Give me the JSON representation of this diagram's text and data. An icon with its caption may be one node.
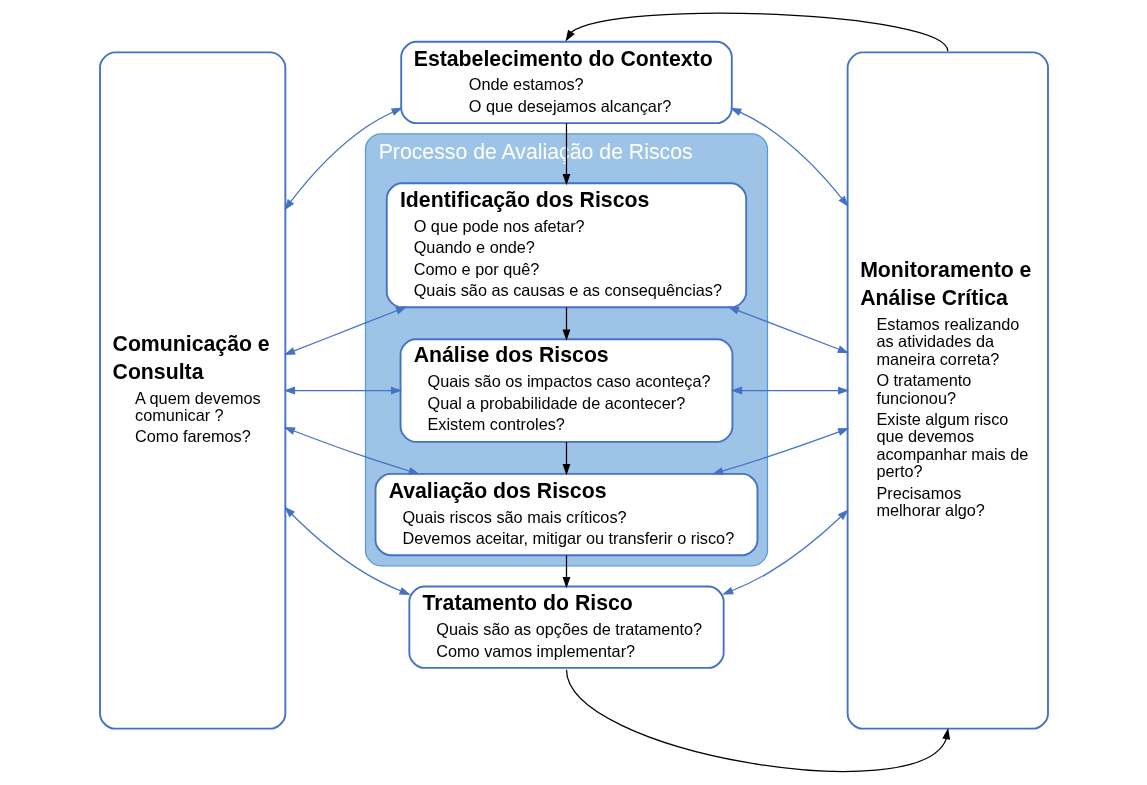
{
  "diagram": {
    "nodes": [
      {
        "text": [
          "Estabelecimento do Contexto",
          "Onde estamos?",
          "O que desejamos alcançar?"
        ]
      },
      {
        "text": [
          "Processo de Avaliação de Riscos"
        ]
      },
      {
        "text": [
          "Identificação dos Riscos",
          "O que pode nos afetar?",
          "Quando e onde?",
          "Como e por quê?",
          "Quais são as causas e as consequências?"
        ],
        "in": 1
      },
      {
        "text": [
          "Análise dos Riscos",
          "Quais são os impactos caso aconteça?",
          "Qual a probabilidade de acontecer?",
          "Existem controles?"
        ],
        "in": 1
      },
      {
        "text": [
          "Avaliação dos Riscos",
          "Quais riscos são mais críticos?",
          "Devemos aceitar, mitigar ou transferir o risco?"
        ],
        "in": 1
      },
      {
        "text": [
          "Tratamento do Risco",
          "Quais são as opções de tratamento?",
          "Como vamos implementar?"
        ]
      },
      {
        "text": [
          "Comunicação e Consulta",
          "A quem devemos comunicar ?",
          "Como faremos?"
        ]
      },
      {
        "text": [
          "Monitoramento e Análise Crítica",
          "Estamos realizando as atividades da maneira correta?",
          "O tratamento funcionou?",
          "Existe algum risco que devemos acompanhar mais de perto?",
          "Precisamos melhorar algo?"
        ]
      }
    ],
    "edges": [
      {
        "from": 6,
        "to": 0,
        "arrow": "both"
      },
      {
        "from": 6,
        "to": 2,
        "arrow": "both"
      },
      {
        "from": 6,
        "to": 3,
        "arrow": "both"
      },
      {
        "from": 6,
        "to": 4,
        "arrow": "both"
      },
      {
        "from": 6,
        "to": 5,
        "arrow": "both"
      },
      {
        "from": 0,
        "to": 7,
        "arrow": "both"
      },
      {
        "from": 2,
        "to": 7,
        "arrow": "both"
      },
      {
        "from": 3,
        "to": 7,
        "arrow": "both"
      },
      {
        "from": 4,
        "to": 7,
        "arrow": "both"
      },
      {
        "from": 5,
        "to": 7,
        "arrow": "both"
      },
      {
        "from": 0,
        "to": 2,
        "arrow": "to",
        "color": "#000000"
      },
      {
        "from": 2,
        "to": 3,
        "arrow": "to",
        "color": "#000000"
      },
      {
        "from": 3,
        "to": 4,
        "arrow": "to",
        "color": "#000000"
      },
      {
        "from": 4,
        "to": 5,
        "arrow": "to",
        "color": "#000000"
      },
      {
        "from": 7,
        "to": 0,
        "arrow": "to",
        "color": "#000000"
      },
      {
        "from": 5,
        "to": 7,
        "arrow": "to",
        "color": "#000000"
      }
    ]
  }
}
